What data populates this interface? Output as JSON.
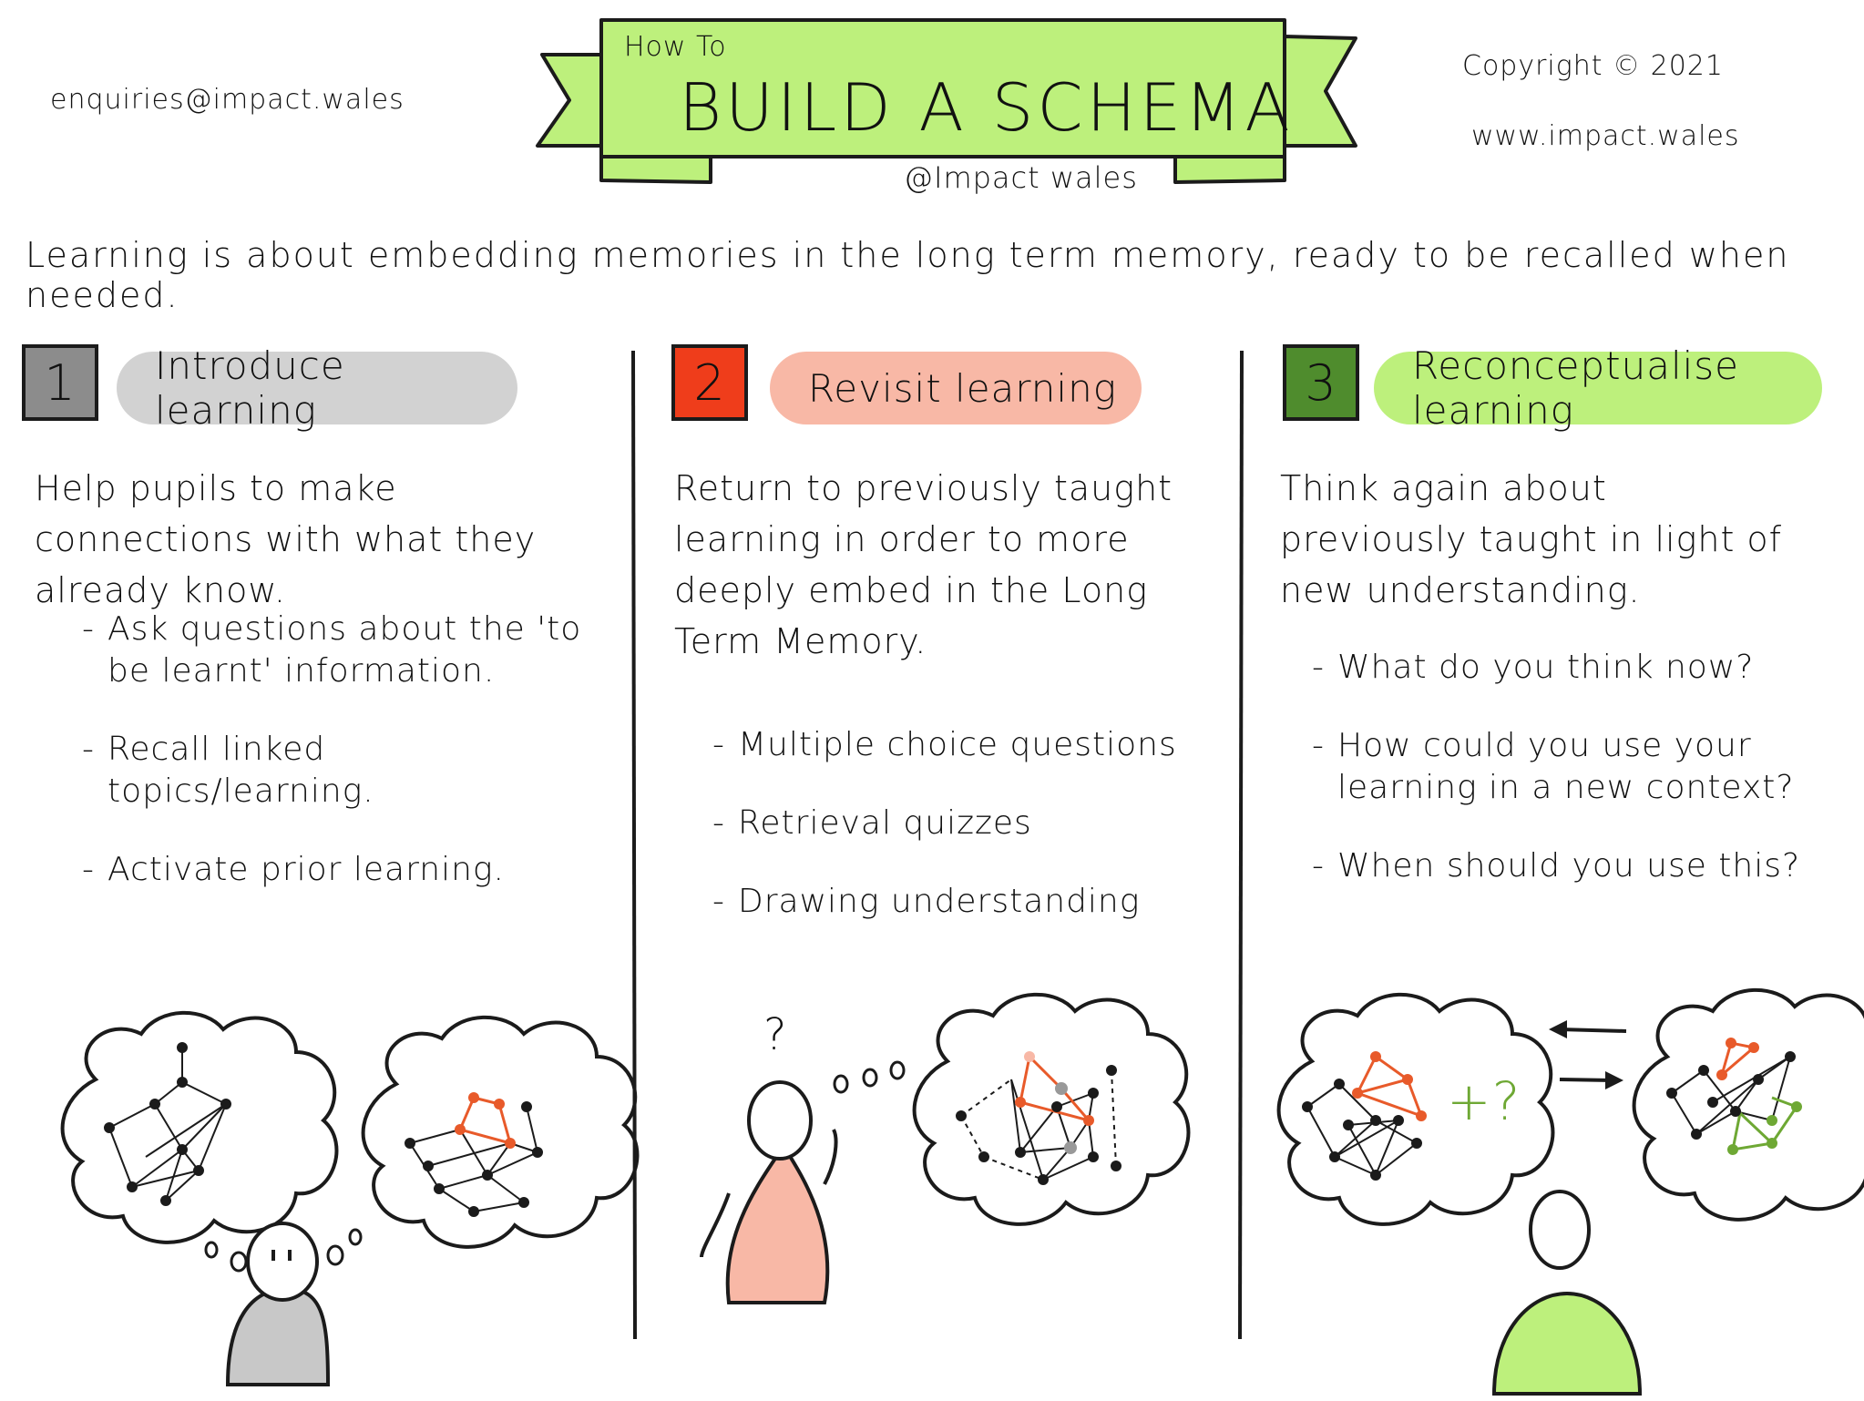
{
  "header": {
    "contact_email": "enquiries@impact.wales",
    "banner_small": "How To",
    "banner_title": "BUILD A SCHEMA",
    "handle": "@Impact wales",
    "copyright": "Copyright © 2021",
    "website": "www.impact.wales"
  },
  "intro": "Learning is about embedding memories in the long term memory, ready to be recalled when needed.",
  "columns": [
    {
      "number": "1",
      "title": "Introduce learning",
      "description": "Help pupils to make connections with what they already know.",
      "bullets": [
        "Ask questions about the 'to be learnt' information.",
        "Recall linked topics/learning.",
        "Activate prior learning."
      ],
      "number_color": "#8c8c8c",
      "pill_color": "#d2d2d2",
      "figure_color": "#c8c8c8"
    },
    {
      "number": "2",
      "title": "Revisit learning",
      "description": "Return to previously taught learning in order to more deeply embed in the Long Term Memory.",
      "bullets": [
        "Multiple choice questions",
        "Retrieval quizzes",
        "Drawing understanding"
      ],
      "number_color": "#ef3d1b",
      "pill_color": "#f8b8a6",
      "figure_color": "#f8b8a6",
      "question_mark": "?"
    },
    {
      "number": "3",
      "title": "Reconceptualise learning",
      "description": "Think again about previously taught in light of new understanding.",
      "bullets": [
        "What do you think now?",
        "How could you use your learning in a new context?",
        "When should you use this?"
      ],
      "number_color": "#4f8c2d",
      "pill_color": "#bdf07c",
      "figure_color": "#bdf07c",
      "plus_question": "+?"
    }
  ],
  "colors": {
    "banner": "#bdf07c",
    "accent_red": "#e85a2a",
    "accent_green": "#6ea834",
    "ink": "#111111"
  }
}
